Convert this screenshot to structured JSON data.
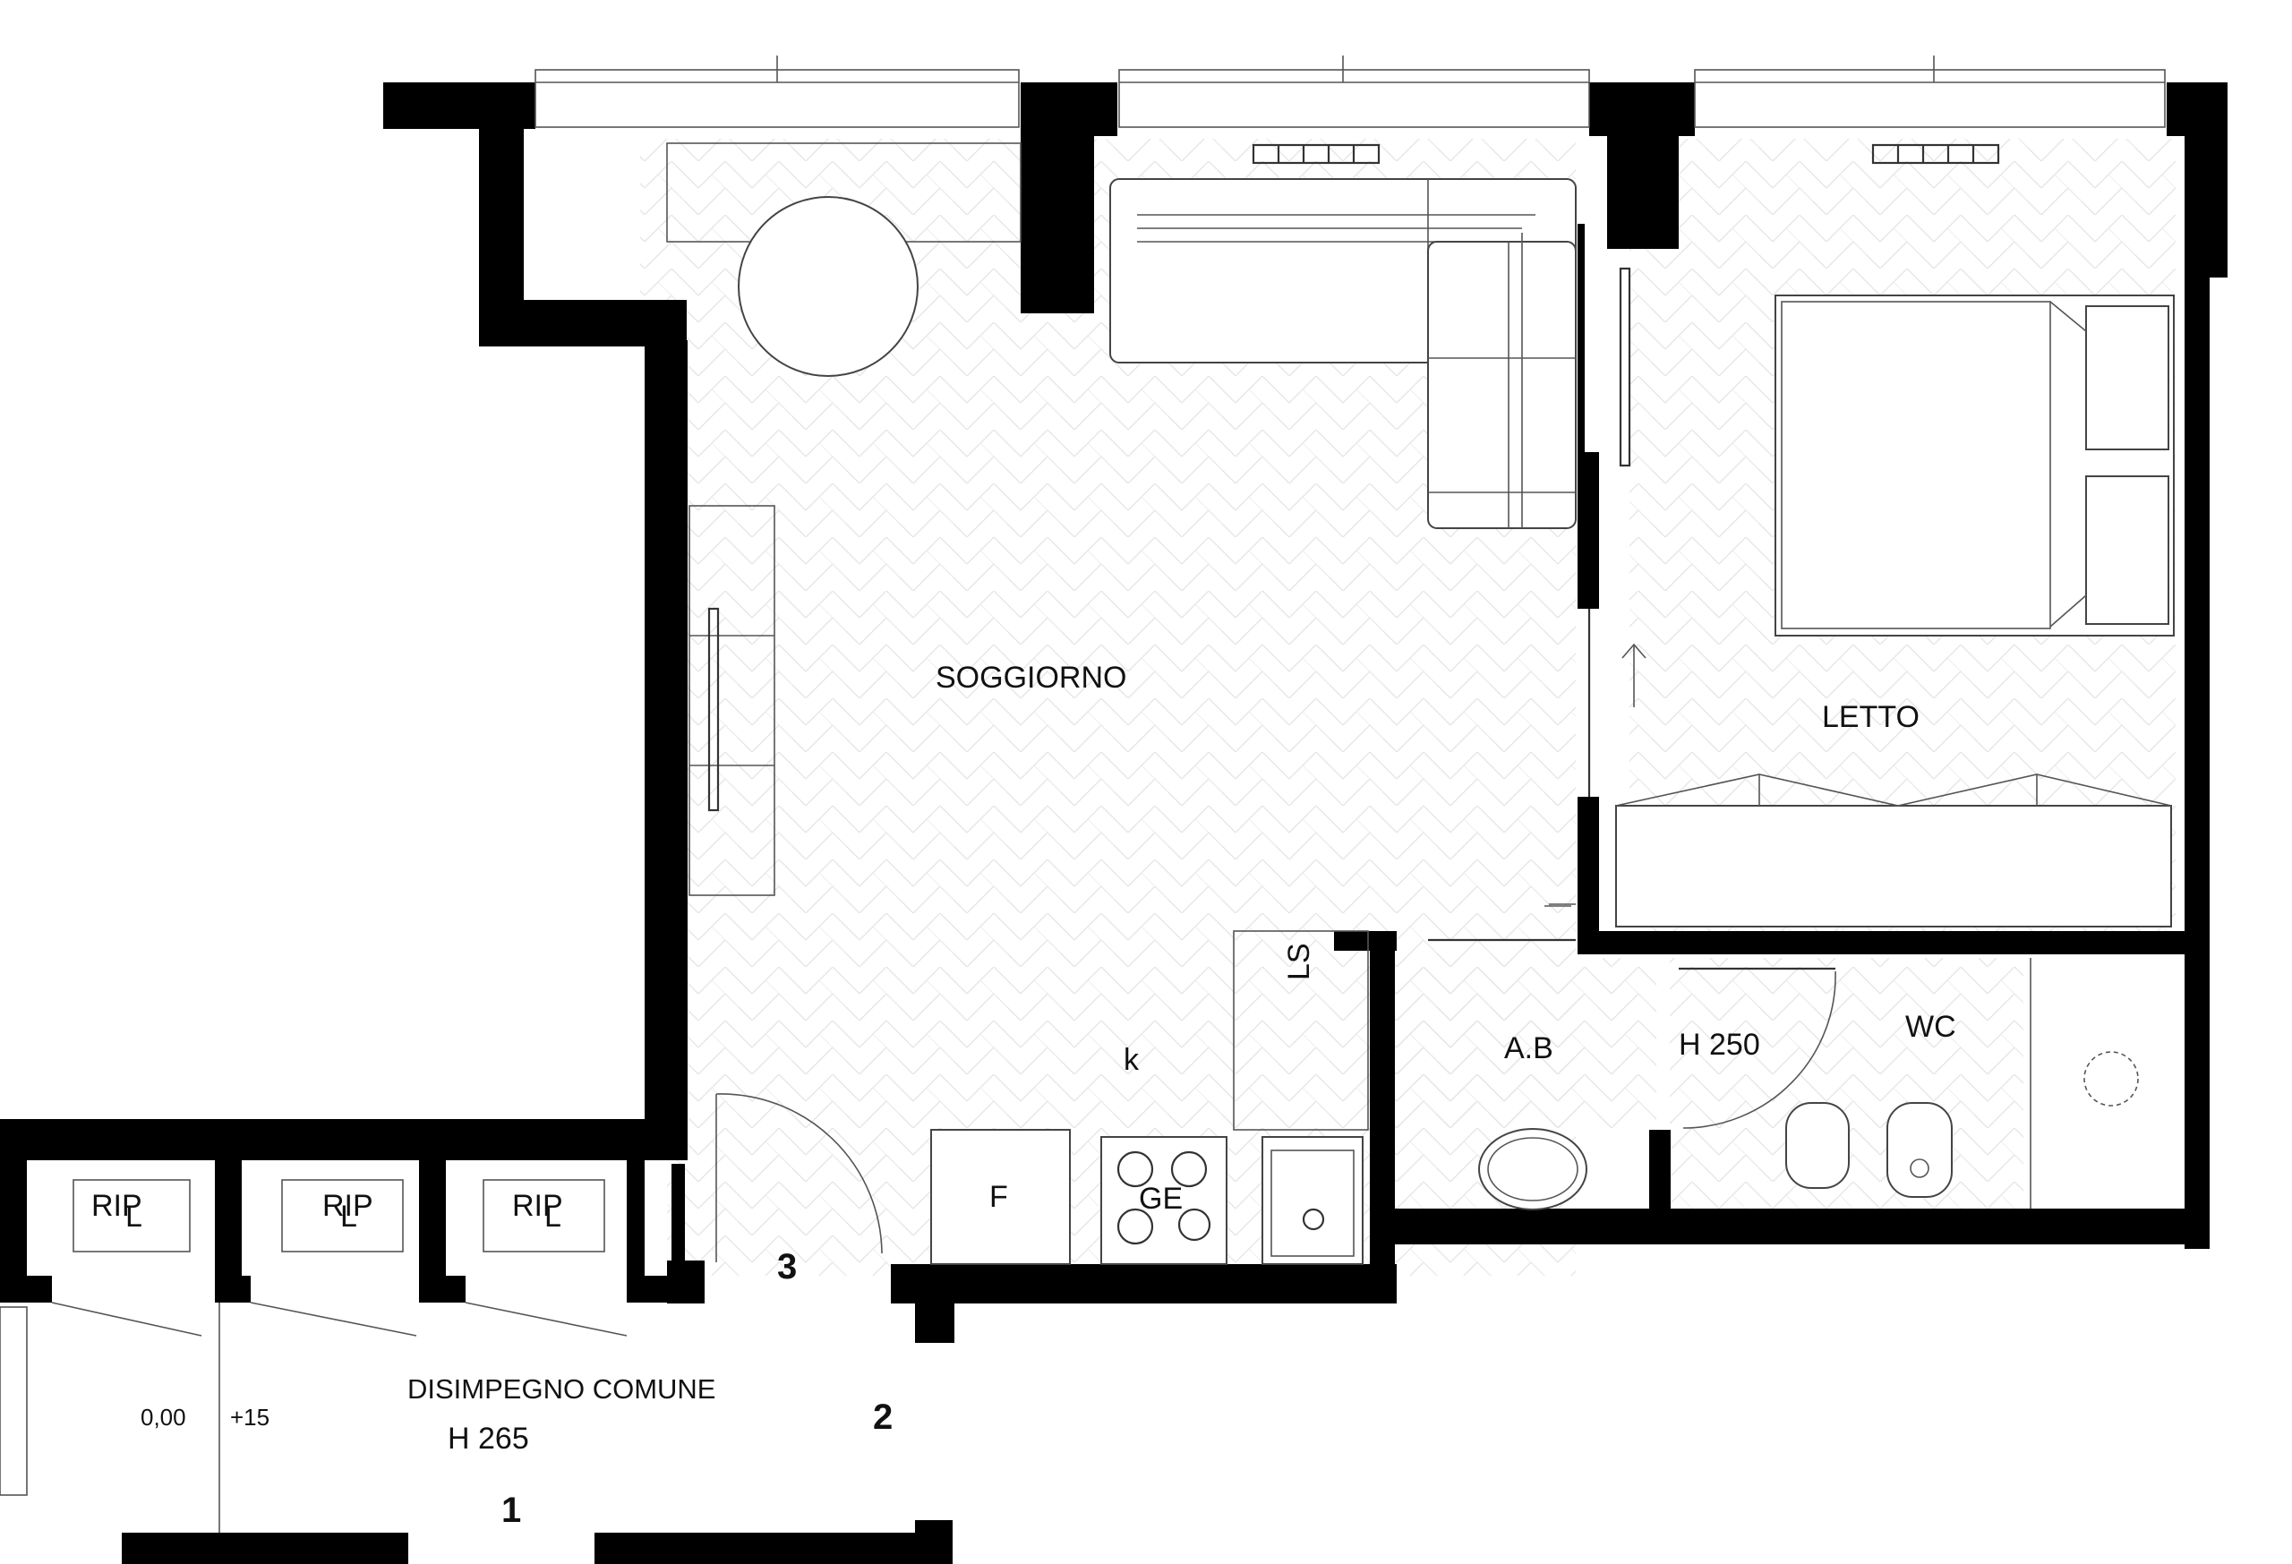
{
  "plan": {
    "rooms": {
      "soggiorno": "SOGGIORNO",
      "letto": "LETTO",
      "ab": "A.B",
      "wc": "WC",
      "k": "k",
      "ls": "LS",
      "f": "F",
      "ge": "GE",
      "rip": "RIP",
      "disimpegno": "DISIMPEGNO COMUNE"
    },
    "heights": {
      "bath": "H 250",
      "corridor": "H 265"
    },
    "levels": {
      "zero": "0,00",
      "plus": "+15"
    },
    "markers": {
      "one": "1",
      "two": "2",
      "three": "3"
    },
    "storage_sub": "L"
  }
}
